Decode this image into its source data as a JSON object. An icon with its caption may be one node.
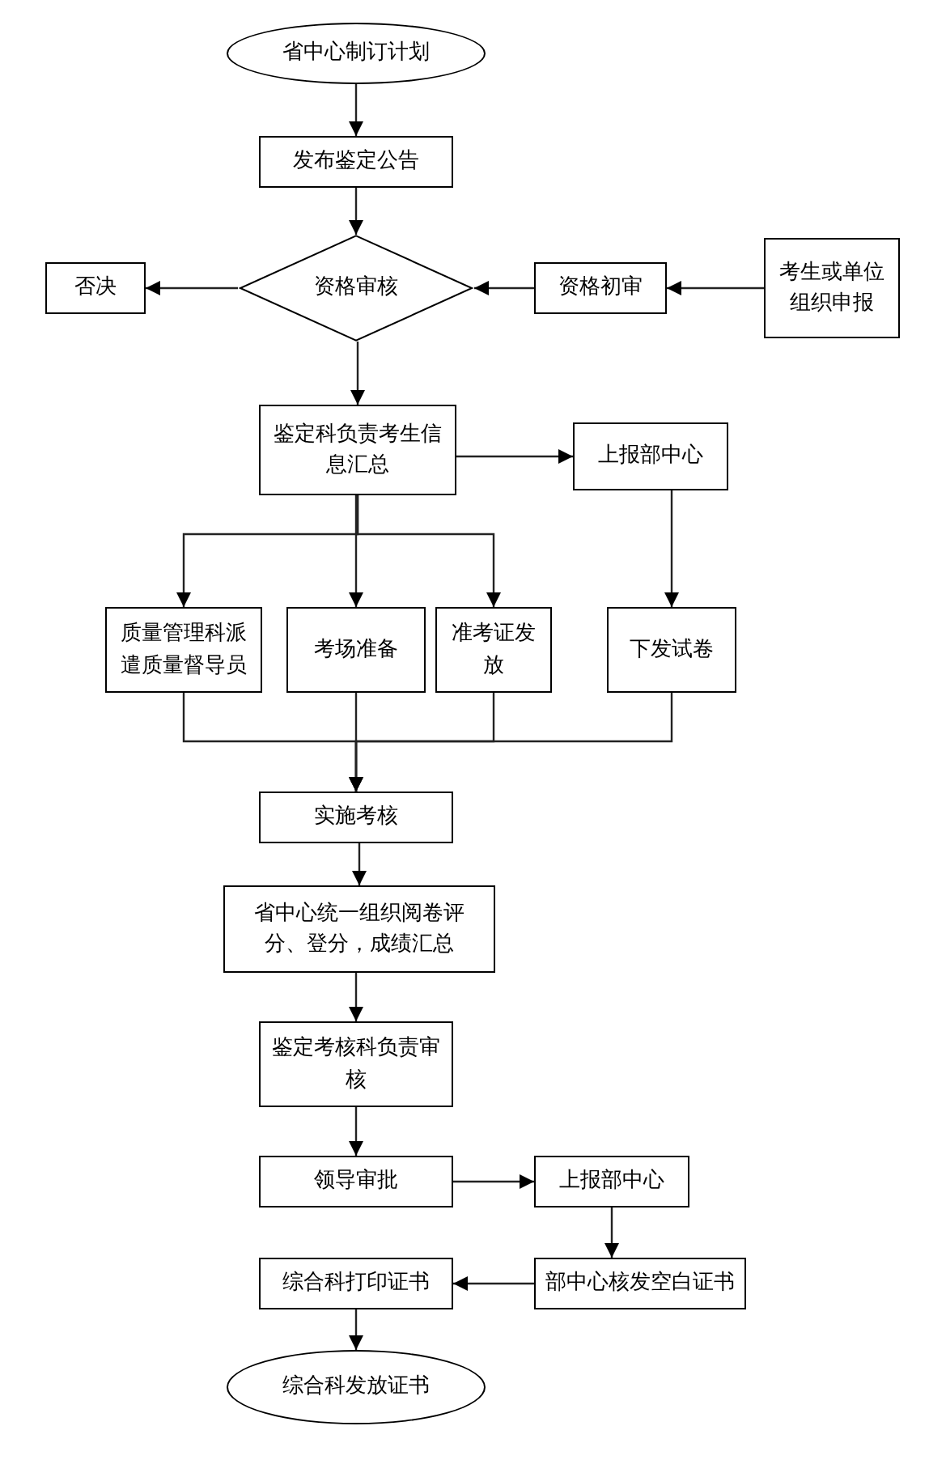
{
  "diagram": {
    "nodes": [
      {
        "text": [
          "省中心制订计划"
        ]
      },
      {
        "text": [
          "发布鉴定公告"
        ]
      },
      {
        "text": [
          "资格审核"
        ]
      },
      {
        "text": [
          "否决"
        ]
      },
      {
        "text": [
          "资格初审"
        ]
      },
      {
        "text": [
          "考生或单位组织申报"
        ]
      },
      {
        "text": [
          "鉴定科负责考生信息汇总"
        ]
      },
      {
        "text": [
          "上报部中心"
        ]
      },
      {
        "text": [
          "质量管理科派遣质量督导员"
        ]
      },
      {
        "text": [
          "考场准备"
        ]
      },
      {
        "text": [
          "准考证发放"
        ]
      },
      {
        "text": [
          "下发试卷"
        ]
      },
      {
        "text": [
          "实施考核"
        ]
      },
      {
        "text": [
          "省中心统一组织阅卷评分、登分，成绩汇总"
        ]
      },
      {
        "text": [
          "鉴定考核科负责审核"
        ]
      },
      {
        "text": [
          "领导审批"
        ]
      },
      {
        "text": [
          "上报部中心"
        ]
      },
      {
        "text": [
          "综合科打印证书"
        ]
      },
      {
        "text": [
          "部中心核发空白证书"
        ]
      },
      {
        "text": [
          "综合科发放证书"
        ]
      }
    ],
    "edges": [
      {
        "from": 0,
        "to": 1,
        "arrow": "to"
      },
      {
        "from": 1,
        "to": 2,
        "arrow": "to"
      },
      {
        "from": 2,
        "to": 3,
        "arrow": "to"
      },
      {
        "from": 4,
        "to": 2,
        "arrow": "to"
      },
      {
        "from": 5,
        "to": 4,
        "arrow": "to"
      },
      {
        "from": 2,
        "to": 6,
        "arrow": "to"
      },
      {
        "from": 6,
        "to": 7,
        "arrow": "to"
      },
      {
        "from": 7,
        "to": 11,
        "arrow": "to"
      },
      {
        "from": 6,
        "to": 8,
        "arrow": "to"
      },
      {
        "from": 6,
        "to": 9,
        "arrow": "to"
      },
      {
        "from": 6,
        "to": 10,
        "arrow": "to"
      },
      {
        "from": 8,
        "to": 12,
        "arrow": "to"
      },
      {
        "from": 9,
        "to": 12,
        "arrow": "to"
      },
      {
        "from": 10,
        "to": 12,
        "arrow": "to"
      },
      {
        "from": 11,
        "to": 12,
        "arrow": "to"
      },
      {
        "from": 12,
        "to": 13,
        "arrow": "to"
      },
      {
        "from": 13,
        "to": 14,
        "arrow": "to"
      },
      {
        "from": 14,
        "to": 15,
        "arrow": "to"
      },
      {
        "from": 15,
        "to": 16,
        "arrow": "to"
      },
      {
        "from": 16,
        "to": 18,
        "arrow": "to"
      },
      {
        "from": 18,
        "to": 17,
        "arrow": "to"
      },
      {
        "from": 17,
        "to": 19,
        "arrow": "to"
      }
    ]
  }
}
